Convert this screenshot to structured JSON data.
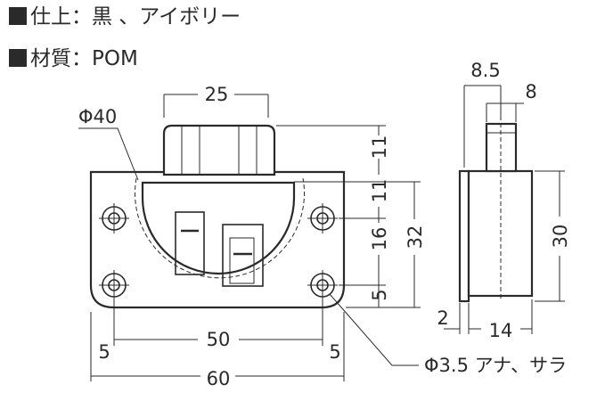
{
  "specs": {
    "finish": "仕上：黒 、アイボリー",
    "material": "材質：POM"
  },
  "front_view": {
    "knob_width": "25",
    "diameter": "Φ40",
    "overall_width": "60",
    "hole_pitch": "50",
    "edge_left": "5",
    "edge_right": "5",
    "height_top": "11",
    "height_mid": "11",
    "height_lower": "16",
    "height_bottom": "5",
    "height_total": "32",
    "hole_note": "Φ3.5 アナ、サラ"
  },
  "side_view": {
    "total_depth": "8.5",
    "knob_depth": "8",
    "height": "30",
    "base_thickness": "2",
    "body_depth": "14"
  }
}
